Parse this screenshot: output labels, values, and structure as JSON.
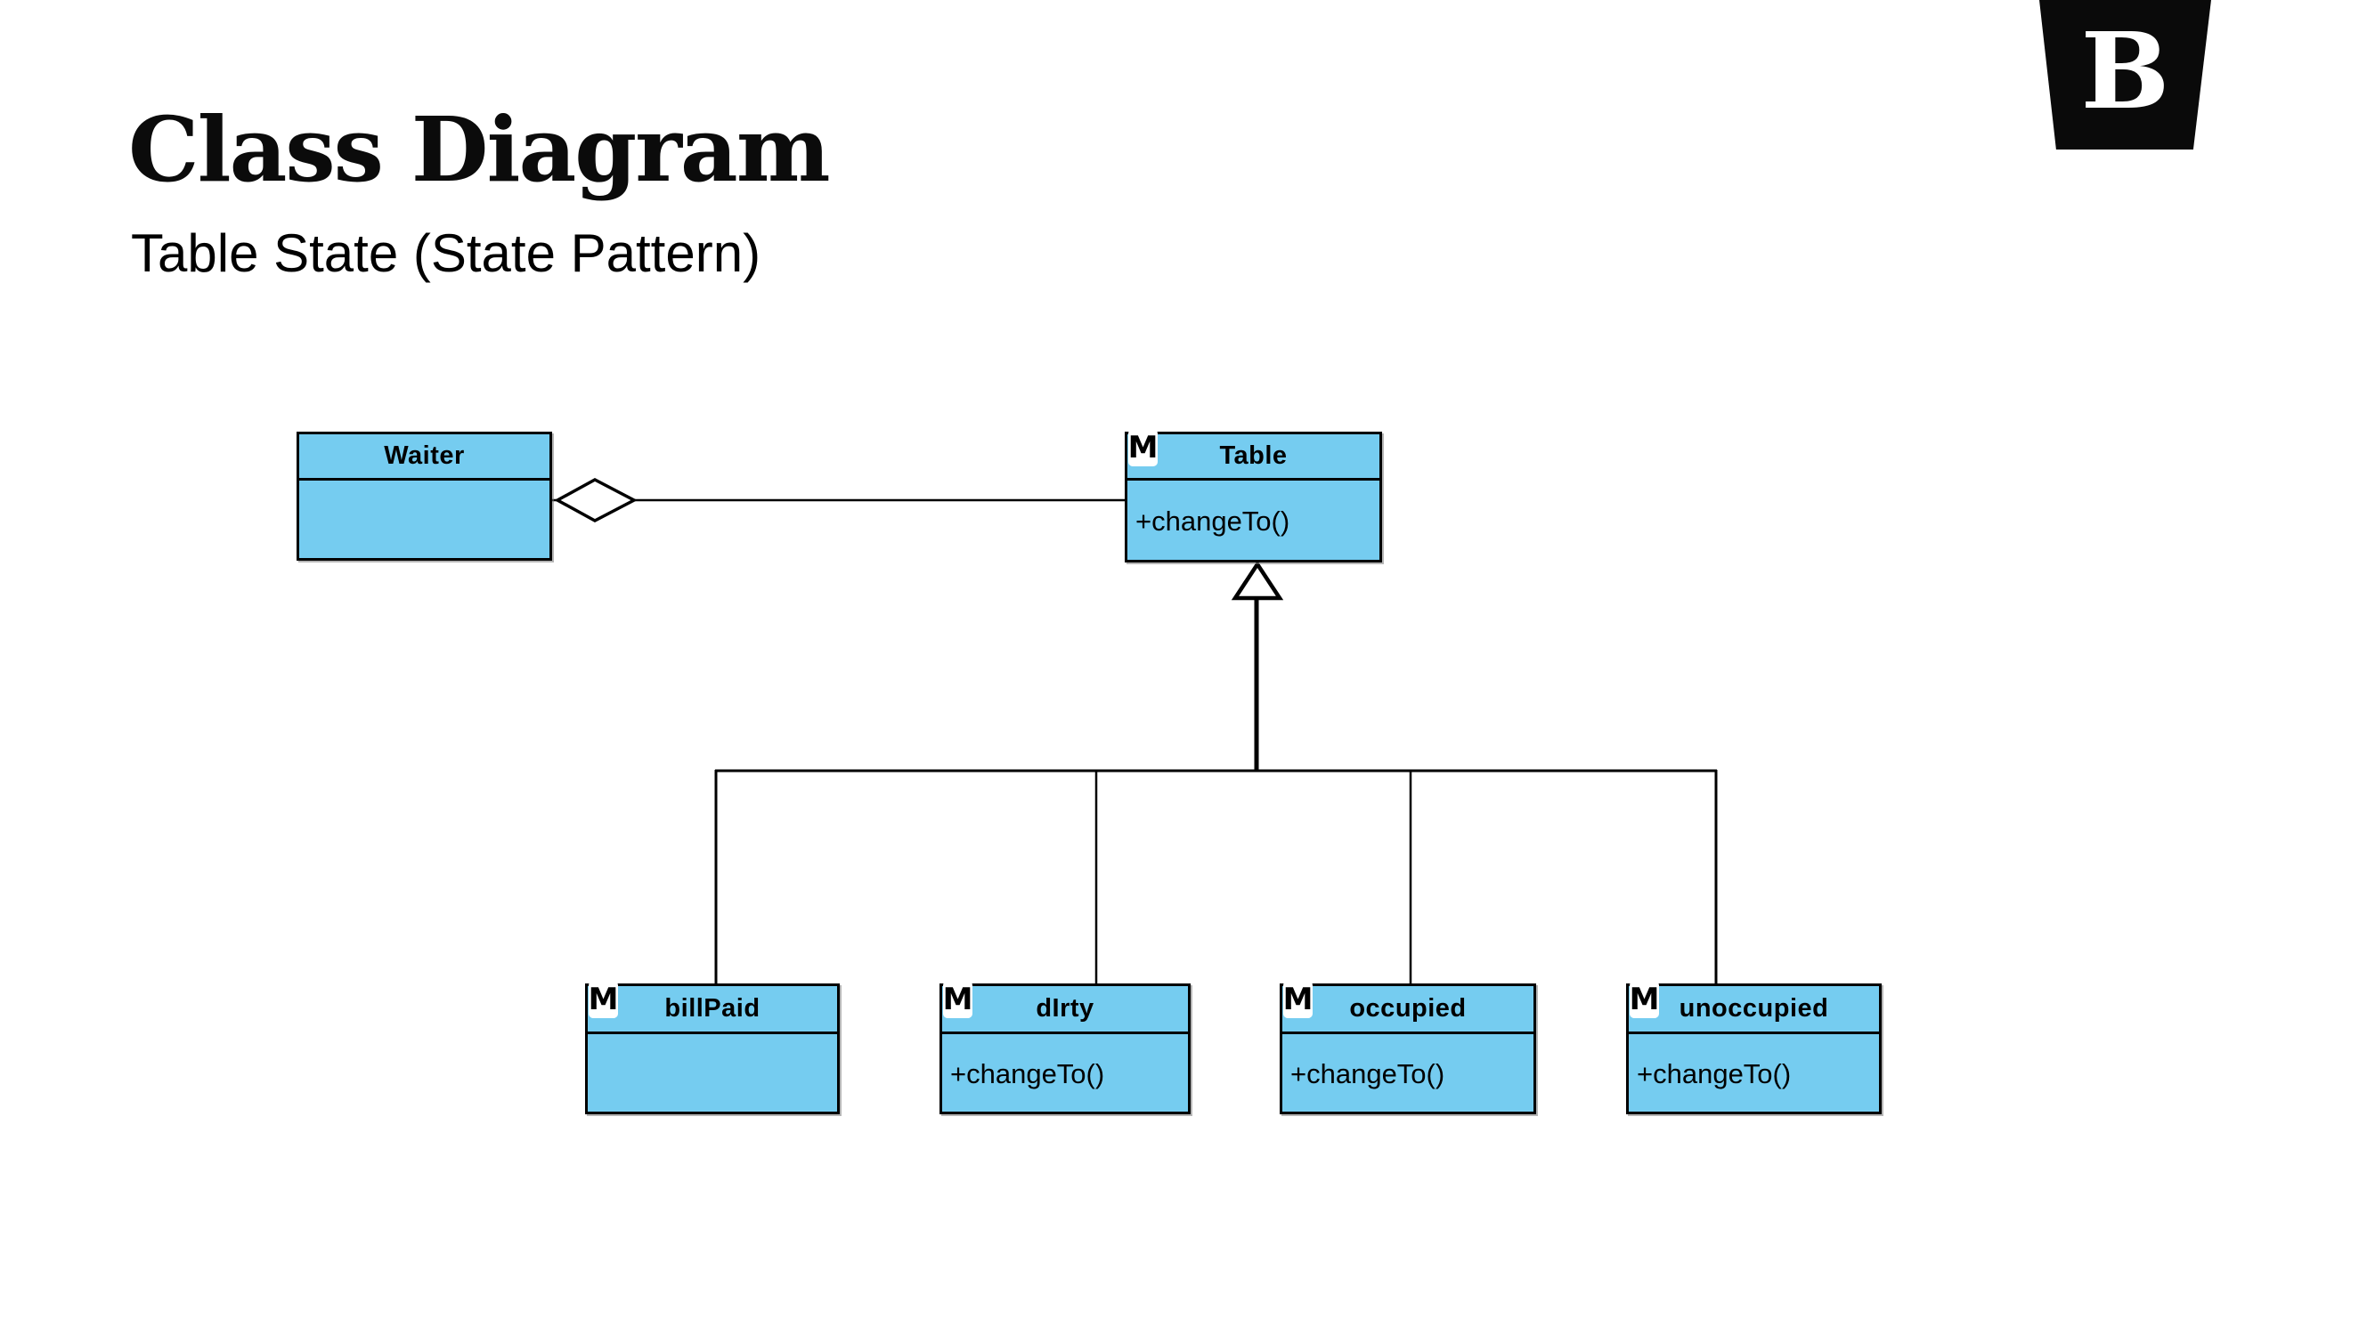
{
  "page": {
    "title": "Class Diagram",
    "subtitle": "Table State (State Pattern)",
    "logo_letter": "B",
    "background_color": "#ffffff"
  },
  "diagram": {
    "node_fill_color": "#75CCF0",
    "node_border_color": "#000000",
    "stereotype_icon": "M",
    "classes": {
      "waiter": {
        "name": "Waiter",
        "methods": []
      },
      "table": {
        "name": "Table",
        "methods": [
          "+changeTo()"
        ]
      },
      "billpaid": {
        "name": "billPaid",
        "methods": []
      },
      "dirty": {
        "name": "dIrty",
        "methods": [
          "+changeTo()"
        ]
      },
      "occupied": {
        "name": "occupied",
        "methods": [
          "+changeTo()"
        ]
      },
      "unoccupied": {
        "name": "unoccupied",
        "methods": [
          "+changeTo()"
        ]
      }
    },
    "relationships": [
      {
        "type": "aggregation",
        "whole": "Waiter",
        "part": "Table"
      },
      {
        "type": "generalization",
        "parent": "Table",
        "children": [
          "billPaid",
          "dIrty",
          "occupied",
          "unoccupied"
        ]
      }
    ]
  }
}
